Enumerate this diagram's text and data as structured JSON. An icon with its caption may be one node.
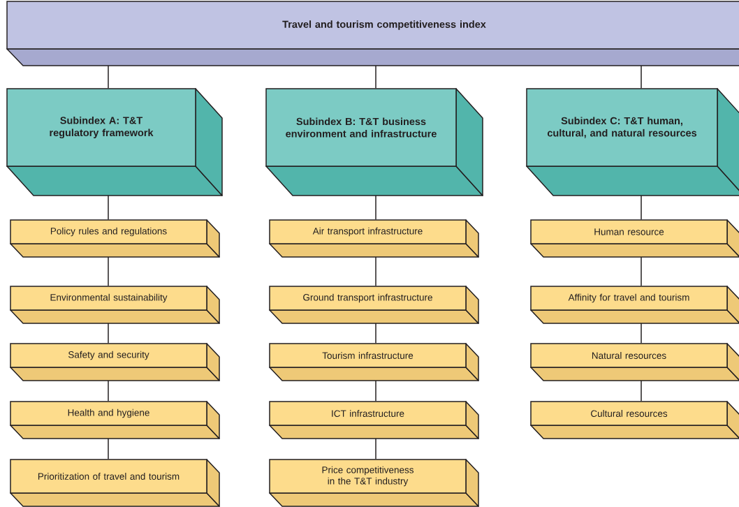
{
  "diagram": {
    "nodes": [
      {
        "text": [
          "Travel and tourism competitiveness index"
        ]
      },
      {
        "text": [
          "Subindex A: T&T regulatory framework"
        ]
      },
      {
        "text": [
          "Subindex B: T&T business environment and infrastructure"
        ]
      },
      {
        "text": [
          "Subindex C: T&T human, cultural, and natural resources"
        ]
      },
      {
        "text": [
          "Policy rules and regulations"
        ]
      },
      {
        "text": [
          "Environmental sustainability"
        ]
      },
      {
        "text": [
          "Safety and security"
        ]
      },
      {
        "text": [
          "Health and hygiene"
        ]
      },
      {
        "text": [
          "Prioritization of travel and tourism"
        ]
      },
      {
        "text": [
          "Air transport infrastructure"
        ]
      },
      {
        "text": [
          "Ground transport infrastructure"
        ]
      },
      {
        "text": [
          "Tourism infrastructure"
        ]
      },
      {
        "text": [
          "ICT infrastructure"
        ]
      },
      {
        "text": [
          "Price competitiveness in the T&T industry"
        ]
      },
      {
        "text": [
          "Human resource"
        ]
      },
      {
        "text": [
          "Affinity for travel and tourism"
        ]
      },
      {
        "text": [
          "Natural resources"
        ]
      },
      {
        "text": [
          "Cultural resources"
        ]
      }
    ],
    "edges": [
      {
        "from": 0,
        "to": 1,
        "arrow": "none"
      },
      {
        "from": 0,
        "to": 2,
        "arrow": "none"
      },
      {
        "from": 0,
        "to": 3,
        "arrow": "none"
      },
      {
        "from": 1,
        "to": 4,
        "arrow": "none"
      },
      {
        "from": 4,
        "to": 5,
        "arrow": "none"
      },
      {
        "from": 5,
        "to": 6,
        "arrow": "none"
      },
      {
        "from": 6,
        "to": 7,
        "arrow": "none"
      },
      {
        "from": 7,
        "to": 8,
        "arrow": "none"
      },
      {
        "from": 2,
        "to": 9,
        "arrow": "none"
      },
      {
        "from": 9,
        "to": 10,
        "arrow": "none"
      },
      {
        "from": 10,
        "to": 11,
        "arrow": "none"
      },
      {
        "from": 11,
        "to": 12,
        "arrow": "none"
      },
      {
        "from": 12,
        "to": 13,
        "arrow": "none"
      },
      {
        "from": 3,
        "to": 14,
        "arrow": "none"
      },
      {
        "from": 14,
        "to": 15,
        "arrow": "none"
      },
      {
        "from": 15,
        "to": 16,
        "arrow": "none"
      },
      {
        "from": 16,
        "to": 17,
        "arrow": "none"
      }
    ]
  }
}
